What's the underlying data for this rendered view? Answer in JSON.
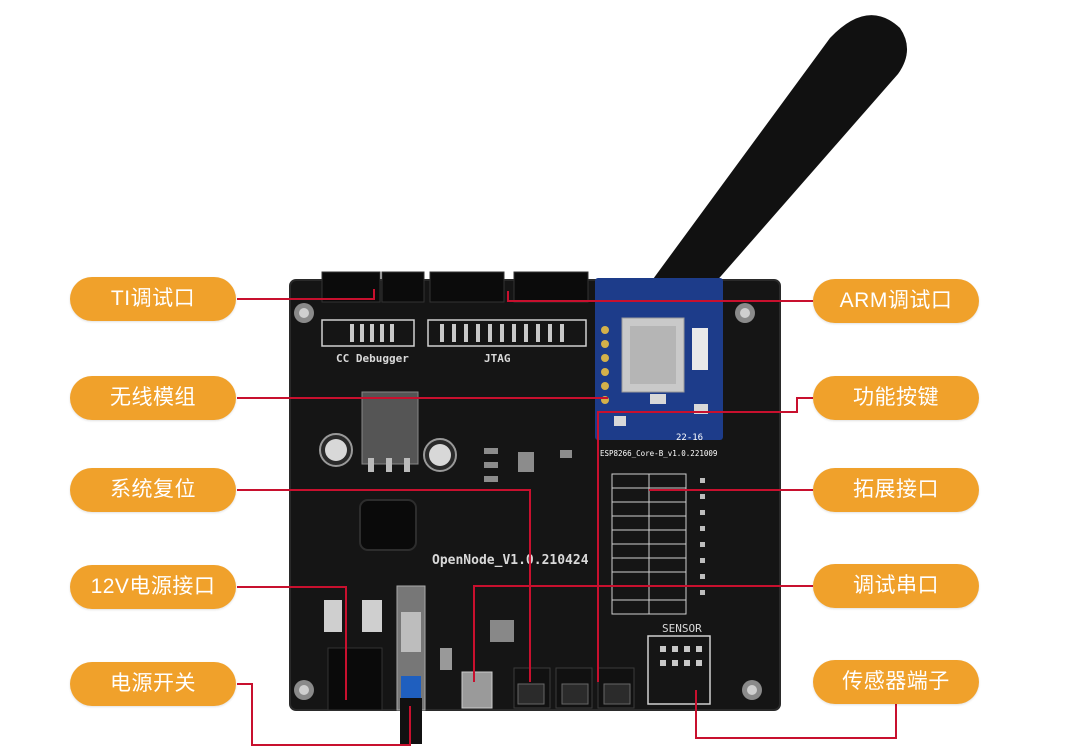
{
  "labels": {
    "ti_debug": "TI调试口",
    "arm_debug": "ARM调试口",
    "wireless_module": "无线模组",
    "function_keys": "功能按键",
    "system_reset": "系统复位",
    "expansion_port": "拓展接口",
    "power_12v": "12V电源接口",
    "debug_serial": "调试串口",
    "power_switch": "电源开关",
    "sensor_terminal": "传感器端子"
  },
  "board": {
    "cc_debugger": "CC Debugger",
    "jtag": "JTAG",
    "model": "OpenNode_V1.0.210424",
    "module_name": "ESP8266_Core-B_v1.0.221009",
    "sensor": "SENSOR",
    "module_date": "22-16"
  },
  "colors": {
    "label_fill": "#f0a12b",
    "leader_line": "#c8102e",
    "pcb": "#151515",
    "module": "#1d3c8a",
    "antenna": "#111111"
  }
}
